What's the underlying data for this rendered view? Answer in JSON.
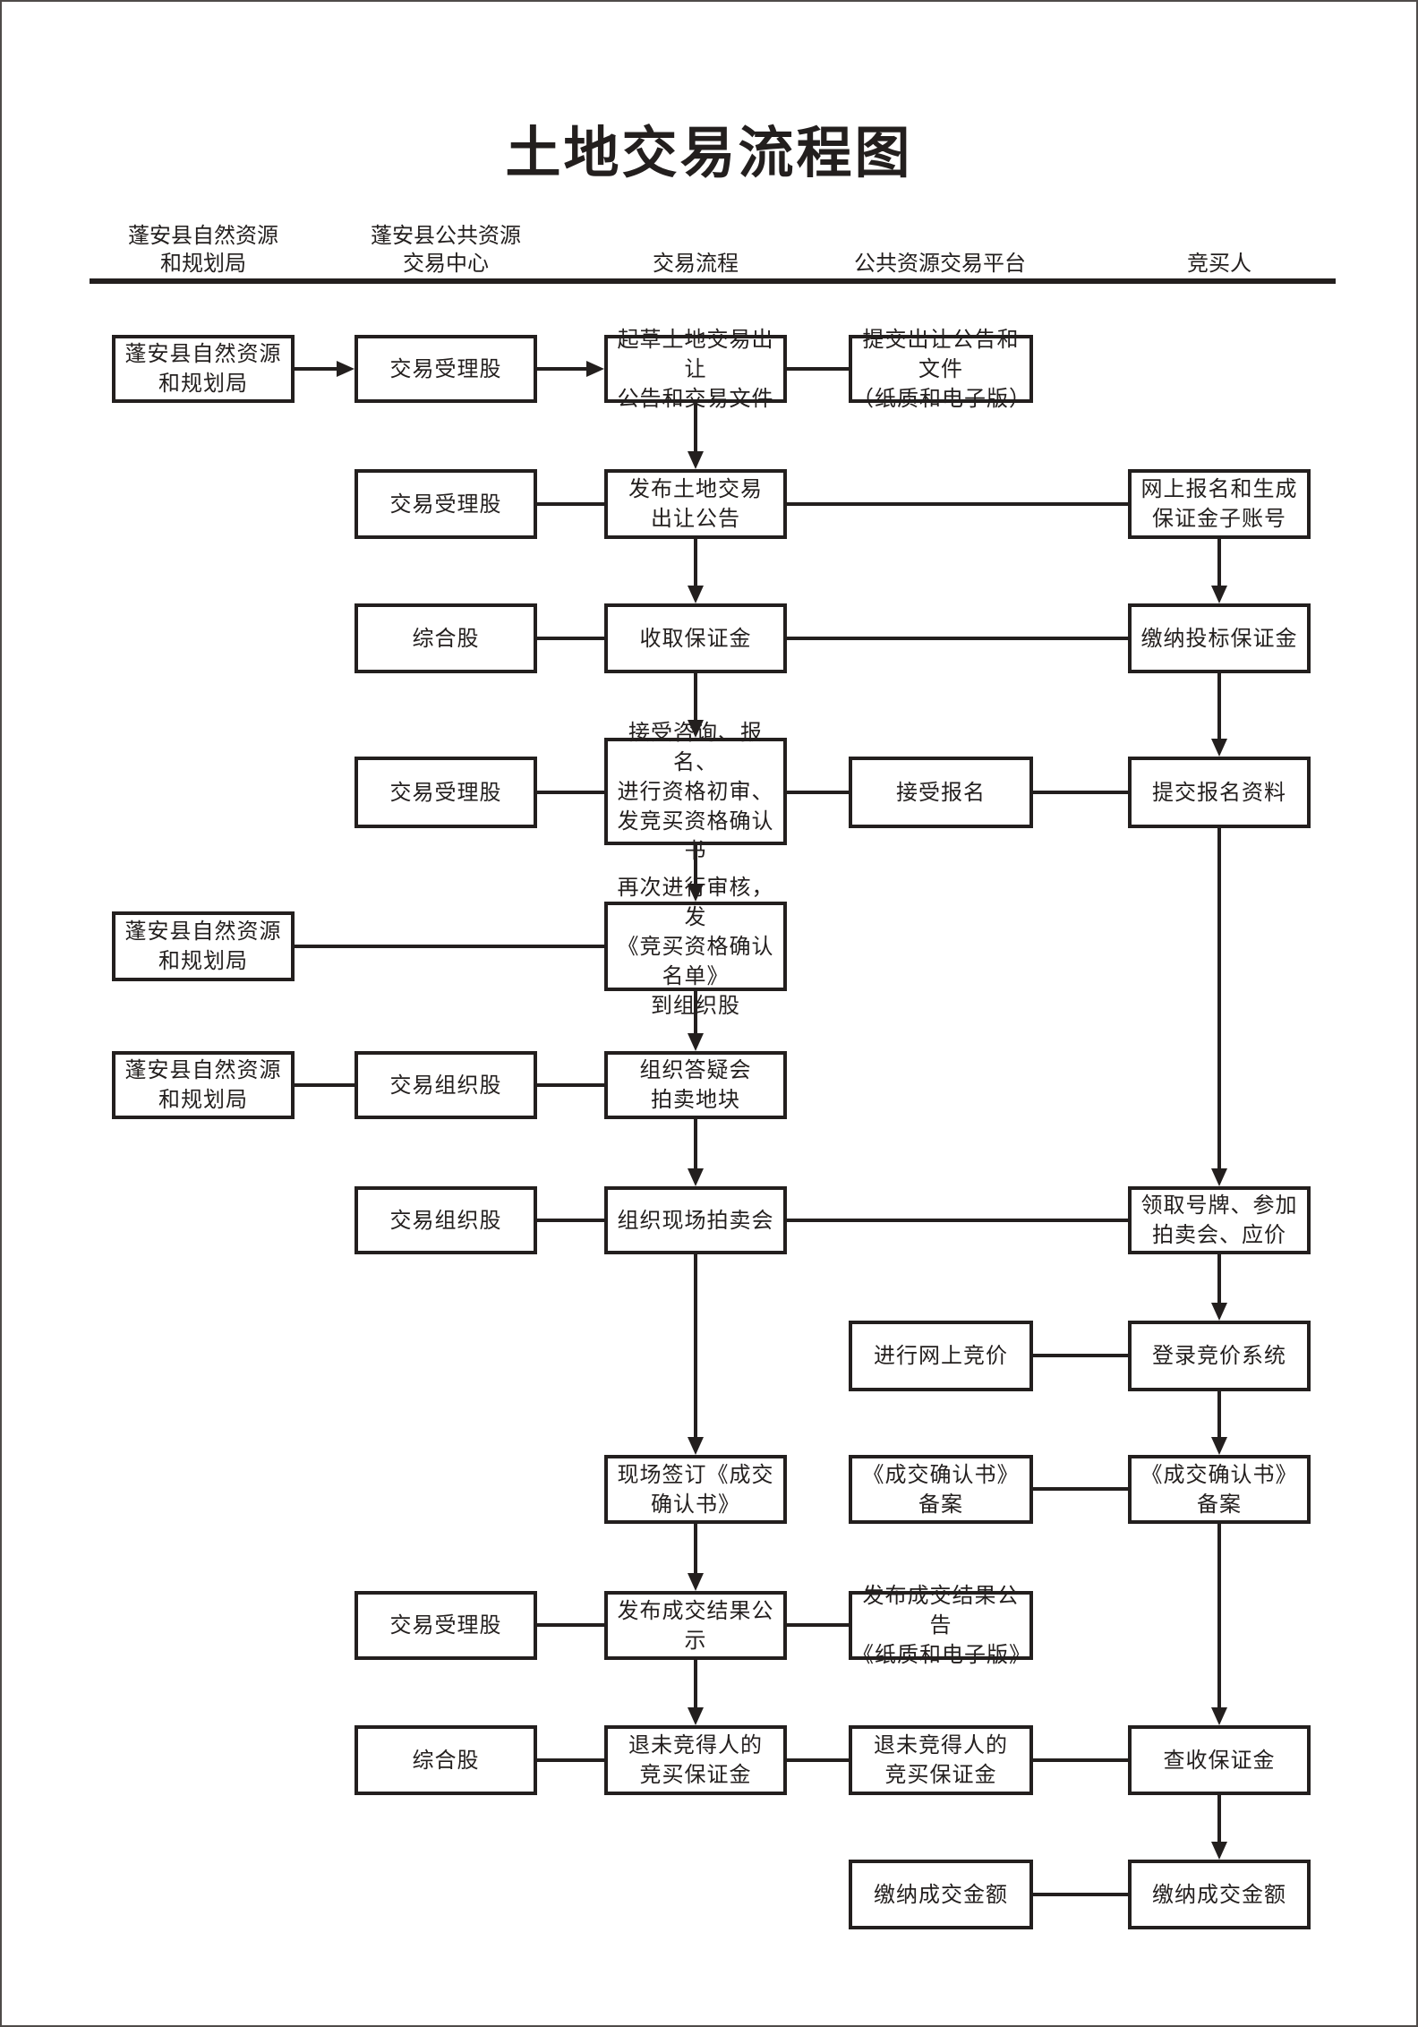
{
  "title": "土地交易流程图",
  "colors": {
    "ink": "#231f1e",
    "page-border": "#4f4b49"
  },
  "lanes": [
    {
      "label": "蓬安县自然资源\n和规划局"
    },
    {
      "label": "蓬安县公共资源\n交易中心"
    },
    {
      "label": "交易流程"
    },
    {
      "label": "公共资源交易平台"
    },
    {
      "label": "竞买人"
    }
  ],
  "nodes": {
    "n01": "蓬安县自然资源\n和规划局",
    "n02": "交易受理股",
    "n03": "起草土地交易出让\n公告和交易文件",
    "n04": "提交出让公告和文件\n（纸质和电子版）",
    "n05": "交易受理股",
    "n06": "发布土地交易\n出让公告",
    "n07": "网上报名和生成\n保证金子账号",
    "n08": "综合股",
    "n09": "收取保证金",
    "n10": "缴纳投标保证金",
    "n11": "交易受理股",
    "n12": "接受咨询、报名、\n进行资格初审、\n发竞买资格确认书",
    "n13": "接受报名",
    "n14": "提交报名资料",
    "n15": "蓬安县自然资源\n和规划局",
    "n16": "再次进行审核，发\n《竞买资格确认名单》\n到组织股",
    "n17": "蓬安县自然资源\n和规划局",
    "n18": "交易组织股",
    "n19": "组织答疑会\n拍卖地块",
    "n20": "交易组织股",
    "n21": "组织现场拍卖会",
    "n22": "领取号牌、参加\n拍卖会、应价",
    "n23": "进行网上竞价",
    "n24": "登录竞价系统",
    "n25": "现场签订《成交\n确认书》",
    "n26": "《成交确认书》备案",
    "n27": "《成交确认书》备案",
    "n28": "交易受理股",
    "n29": "发布成交结果公示",
    "n30": "发布成交结果公告\n《纸质和电子版》",
    "n31": "综合股",
    "n32": "退未竞得人的\n竞买保证金",
    "n33": "退未竞得人的\n竞买保证金",
    "n34": "查收保证金",
    "n35": "缴纳成交金额",
    "n36": "缴纳成交金额"
  }
}
